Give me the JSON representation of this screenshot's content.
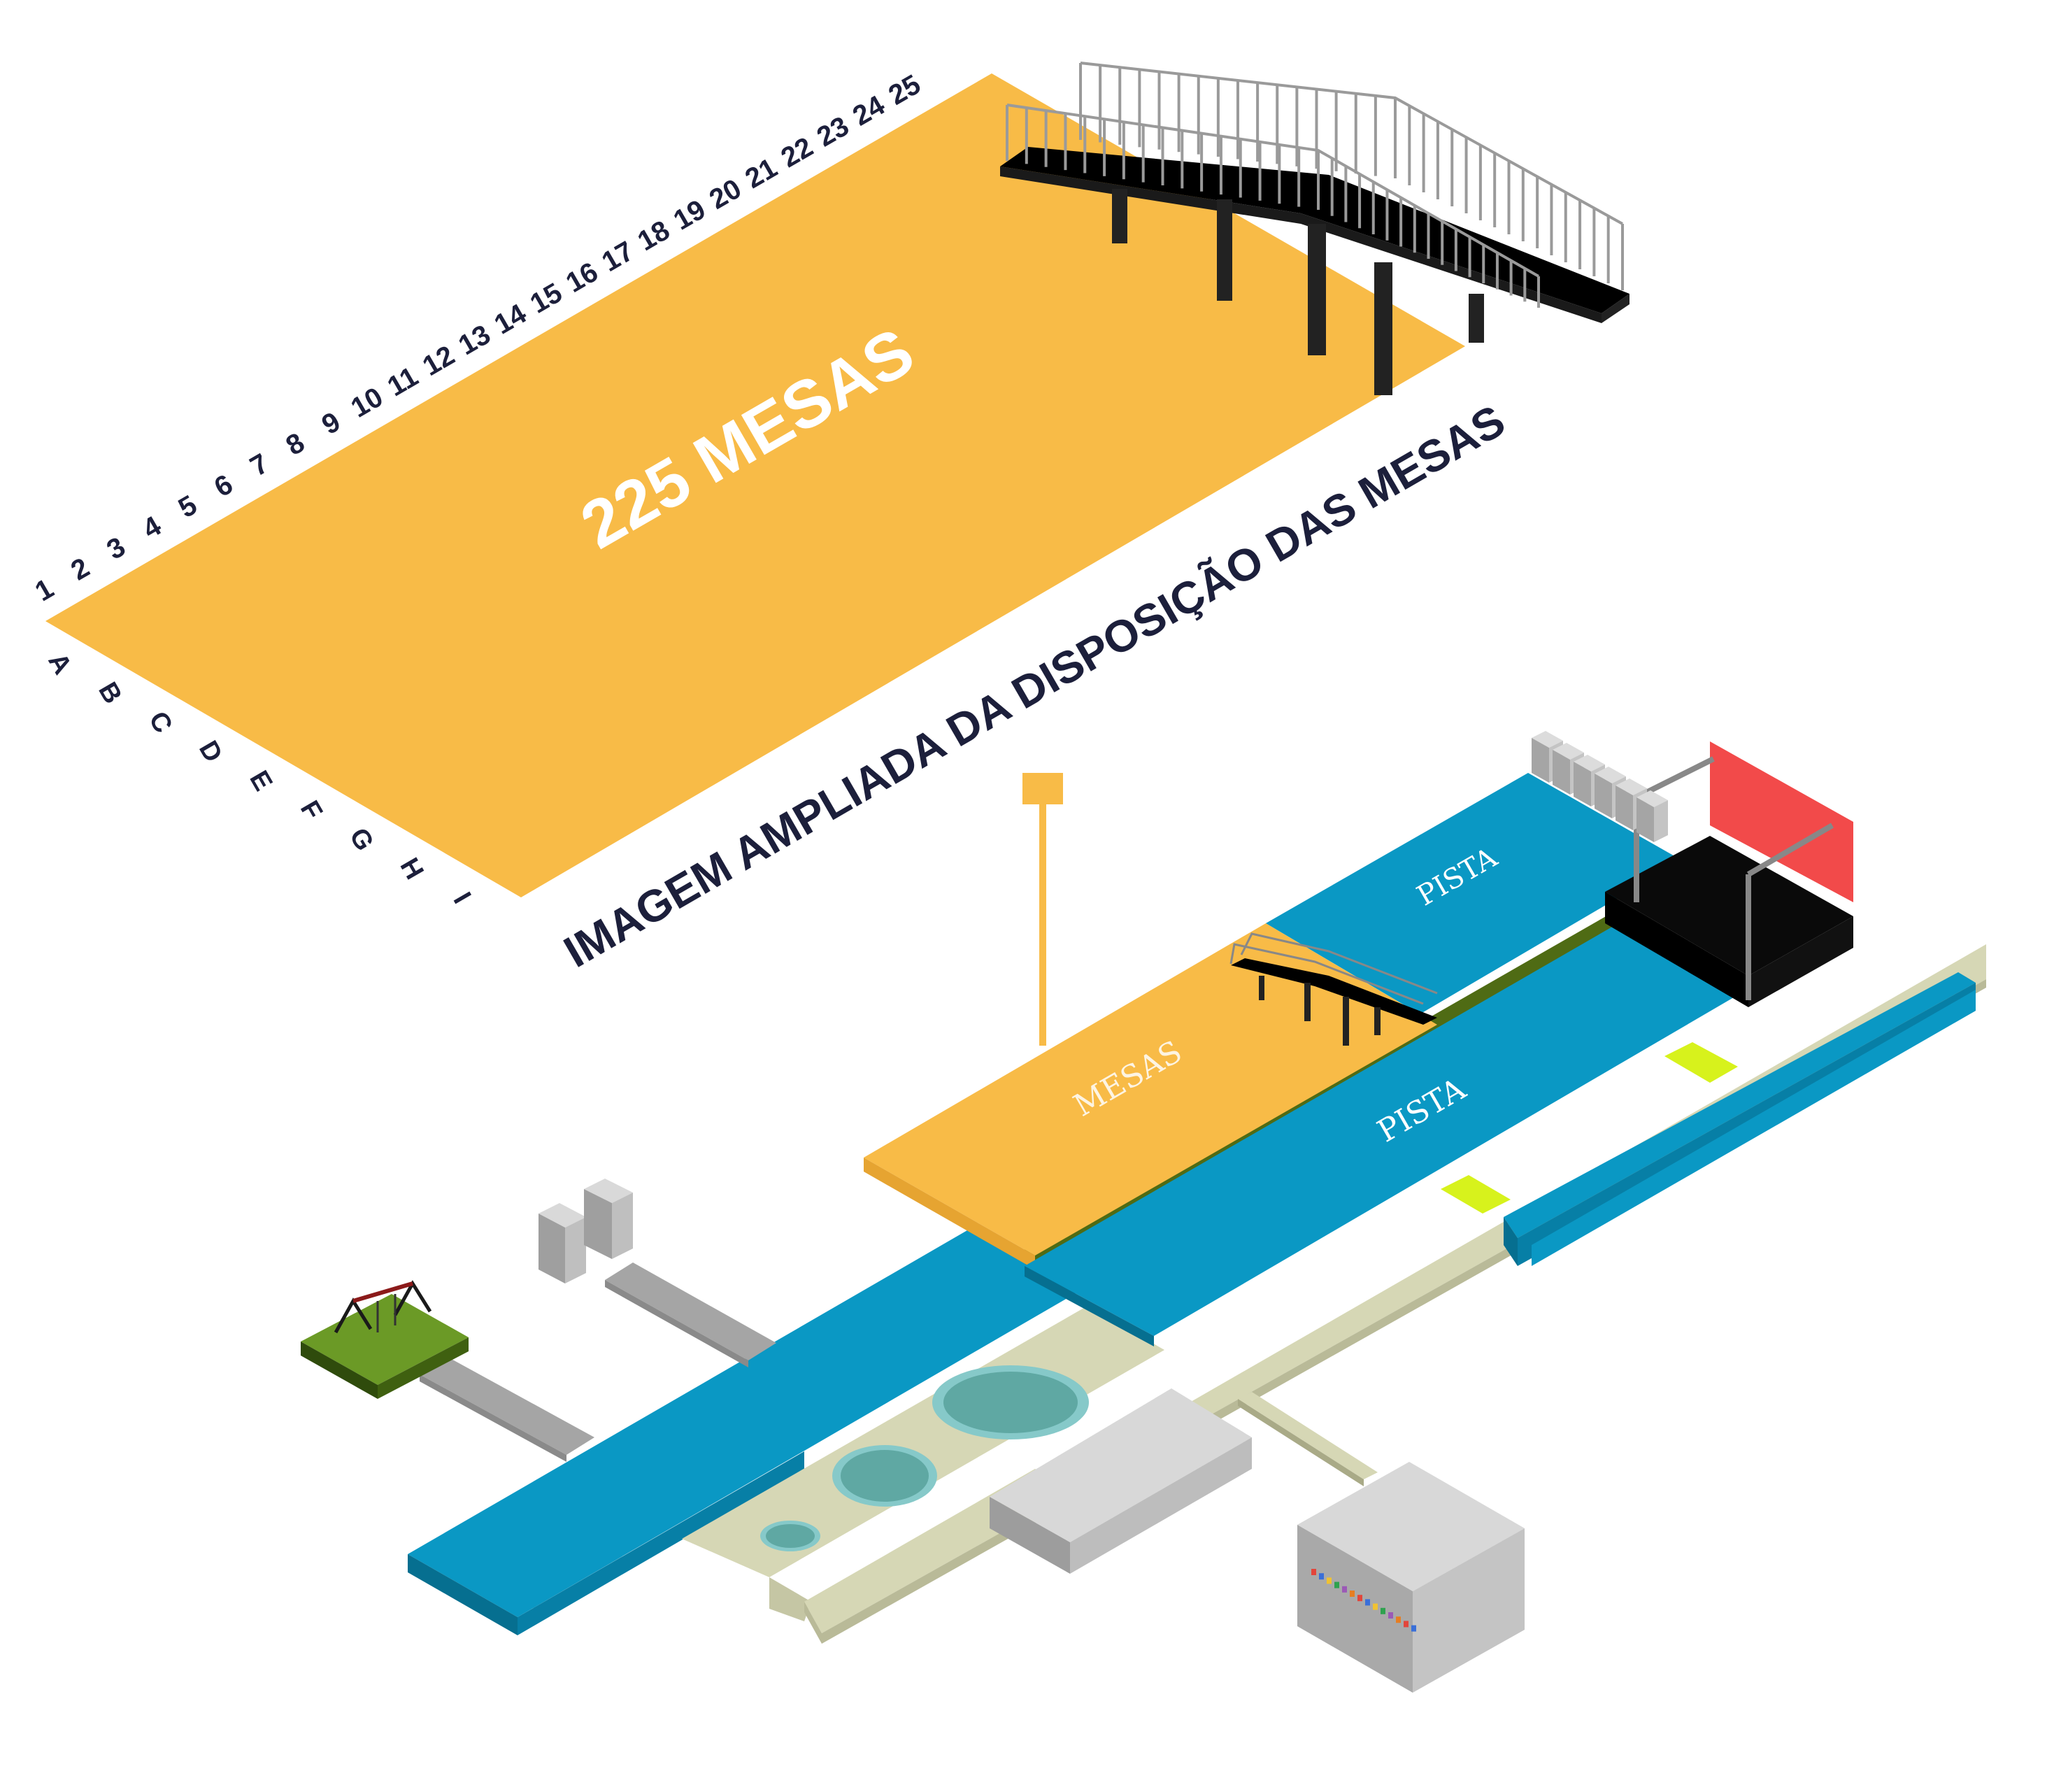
{
  "enlarged_view": {
    "count_label": "225 MESAS",
    "caption": "IMAGEM AMPLIADA DA DISPOSIÇÃO DAS MESAS",
    "column_numbers": [
      "1",
      "2",
      "3",
      "4",
      "5",
      "6",
      "7",
      "8",
      "9",
      "10",
      "11",
      "12",
      "13",
      "14",
      "15",
      "16",
      "17",
      "18",
      "19",
      "20",
      "21",
      "22",
      "23",
      "24",
      "25"
    ],
    "row_letters": [
      "A",
      "B",
      "C",
      "D",
      "E",
      "F",
      "G",
      "H",
      "I"
    ]
  },
  "site_plan": {
    "mesas_label": "MESAS",
    "pista_label_top": "PISTA",
    "pista_label_main": "PISTA"
  },
  "colors": {
    "tables_orange": "#f8bb47",
    "floor_blue": "#0a98c4",
    "floor_blue_dark": "#066f90",
    "walkway": "#d6d7b5",
    "lawn_green": "#4f6b14",
    "stage_black": "#000000",
    "screen_red": "#f24a4a",
    "text_navy": "#1c1f3b",
    "highlight_yellow": "#d7f21c"
  }
}
